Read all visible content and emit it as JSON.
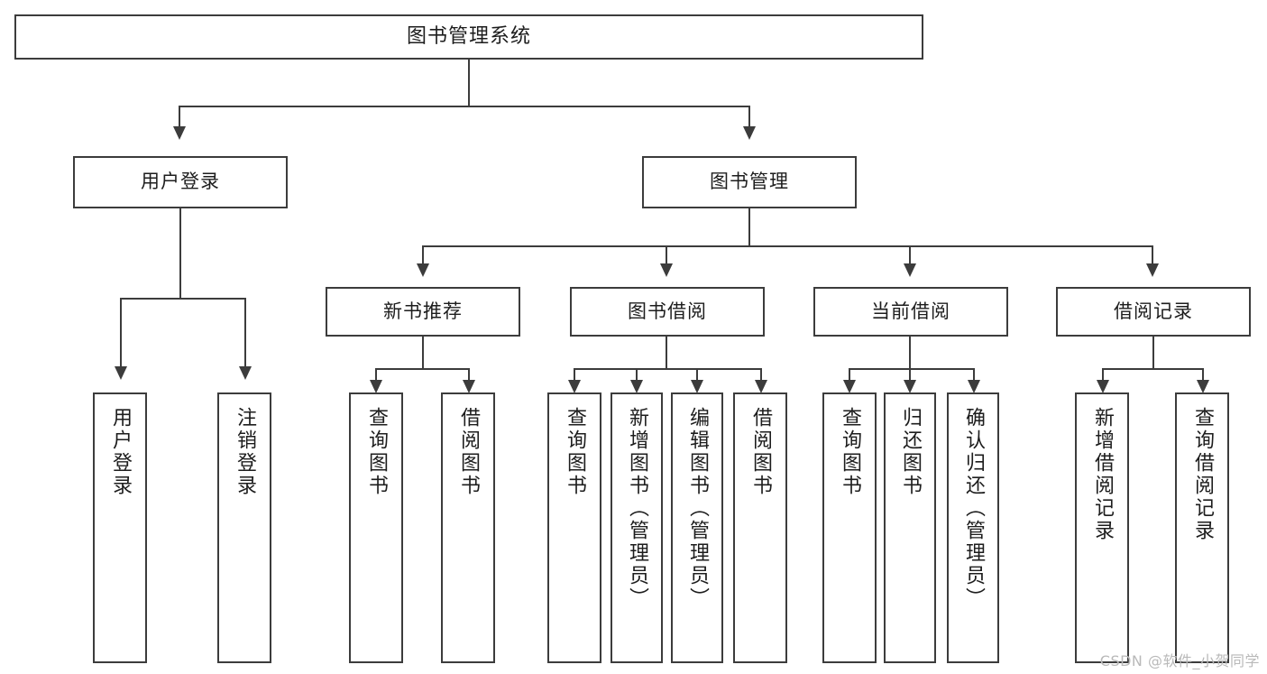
{
  "diagram": {
    "title": "图书管理系统",
    "watermark": "CSDN @软件_小贺同学",
    "colors": {
      "stroke": "#3c3c3c",
      "fill": "#ffffff",
      "text": "#1d1d1d",
      "watermark": "#b9b9b9"
    },
    "levels": {
      "root": {
        "label": "图书管理系统"
      },
      "level1": [
        {
          "id": "user-login",
          "label": "用户登录"
        },
        {
          "id": "book-manage",
          "label": "图书管理"
        }
      ],
      "level2": [
        {
          "id": "new-book-rec",
          "label": "新书推荐"
        },
        {
          "id": "book-borrow",
          "label": "图书借阅"
        },
        {
          "id": "current-borrow",
          "label": "当前借阅"
        },
        {
          "id": "borrow-record",
          "label": "借阅记录"
        }
      ],
      "leaves": [
        {
          "id": "leaf-user-login",
          "label": "用户登录",
          "parent": "user-login"
        },
        {
          "id": "leaf-user-logout",
          "label": "注销登录",
          "parent": "user-login"
        },
        {
          "id": "leaf-query-book-1",
          "label": "查询图书",
          "parent": "new-book-rec"
        },
        {
          "id": "leaf-borrow-book-1",
          "label": "借阅图书",
          "parent": "new-book-rec"
        },
        {
          "id": "leaf-query-book-2",
          "label": "查询图书",
          "parent": "book-borrow"
        },
        {
          "id": "leaf-add-book",
          "label": "新增图书（管理员）",
          "parent": "book-borrow"
        },
        {
          "id": "leaf-edit-book",
          "label": "编辑图书（管理员）",
          "parent": "book-borrow"
        },
        {
          "id": "leaf-borrow-book-2",
          "label": "借阅图书",
          "parent": "book-borrow"
        },
        {
          "id": "leaf-query-book-3",
          "label": "查询图书",
          "parent": "current-borrow"
        },
        {
          "id": "leaf-return-book",
          "label": "归还图书",
          "parent": "current-borrow"
        },
        {
          "id": "leaf-confirm-return",
          "label": "确认归还（管理员）",
          "parent": "current-borrow"
        },
        {
          "id": "leaf-add-record",
          "label": "新增借阅记录",
          "parent": "borrow-record"
        },
        {
          "id": "leaf-query-record",
          "label": "查询借阅记录",
          "parent": "borrow-record"
        }
      ]
    }
  }
}
